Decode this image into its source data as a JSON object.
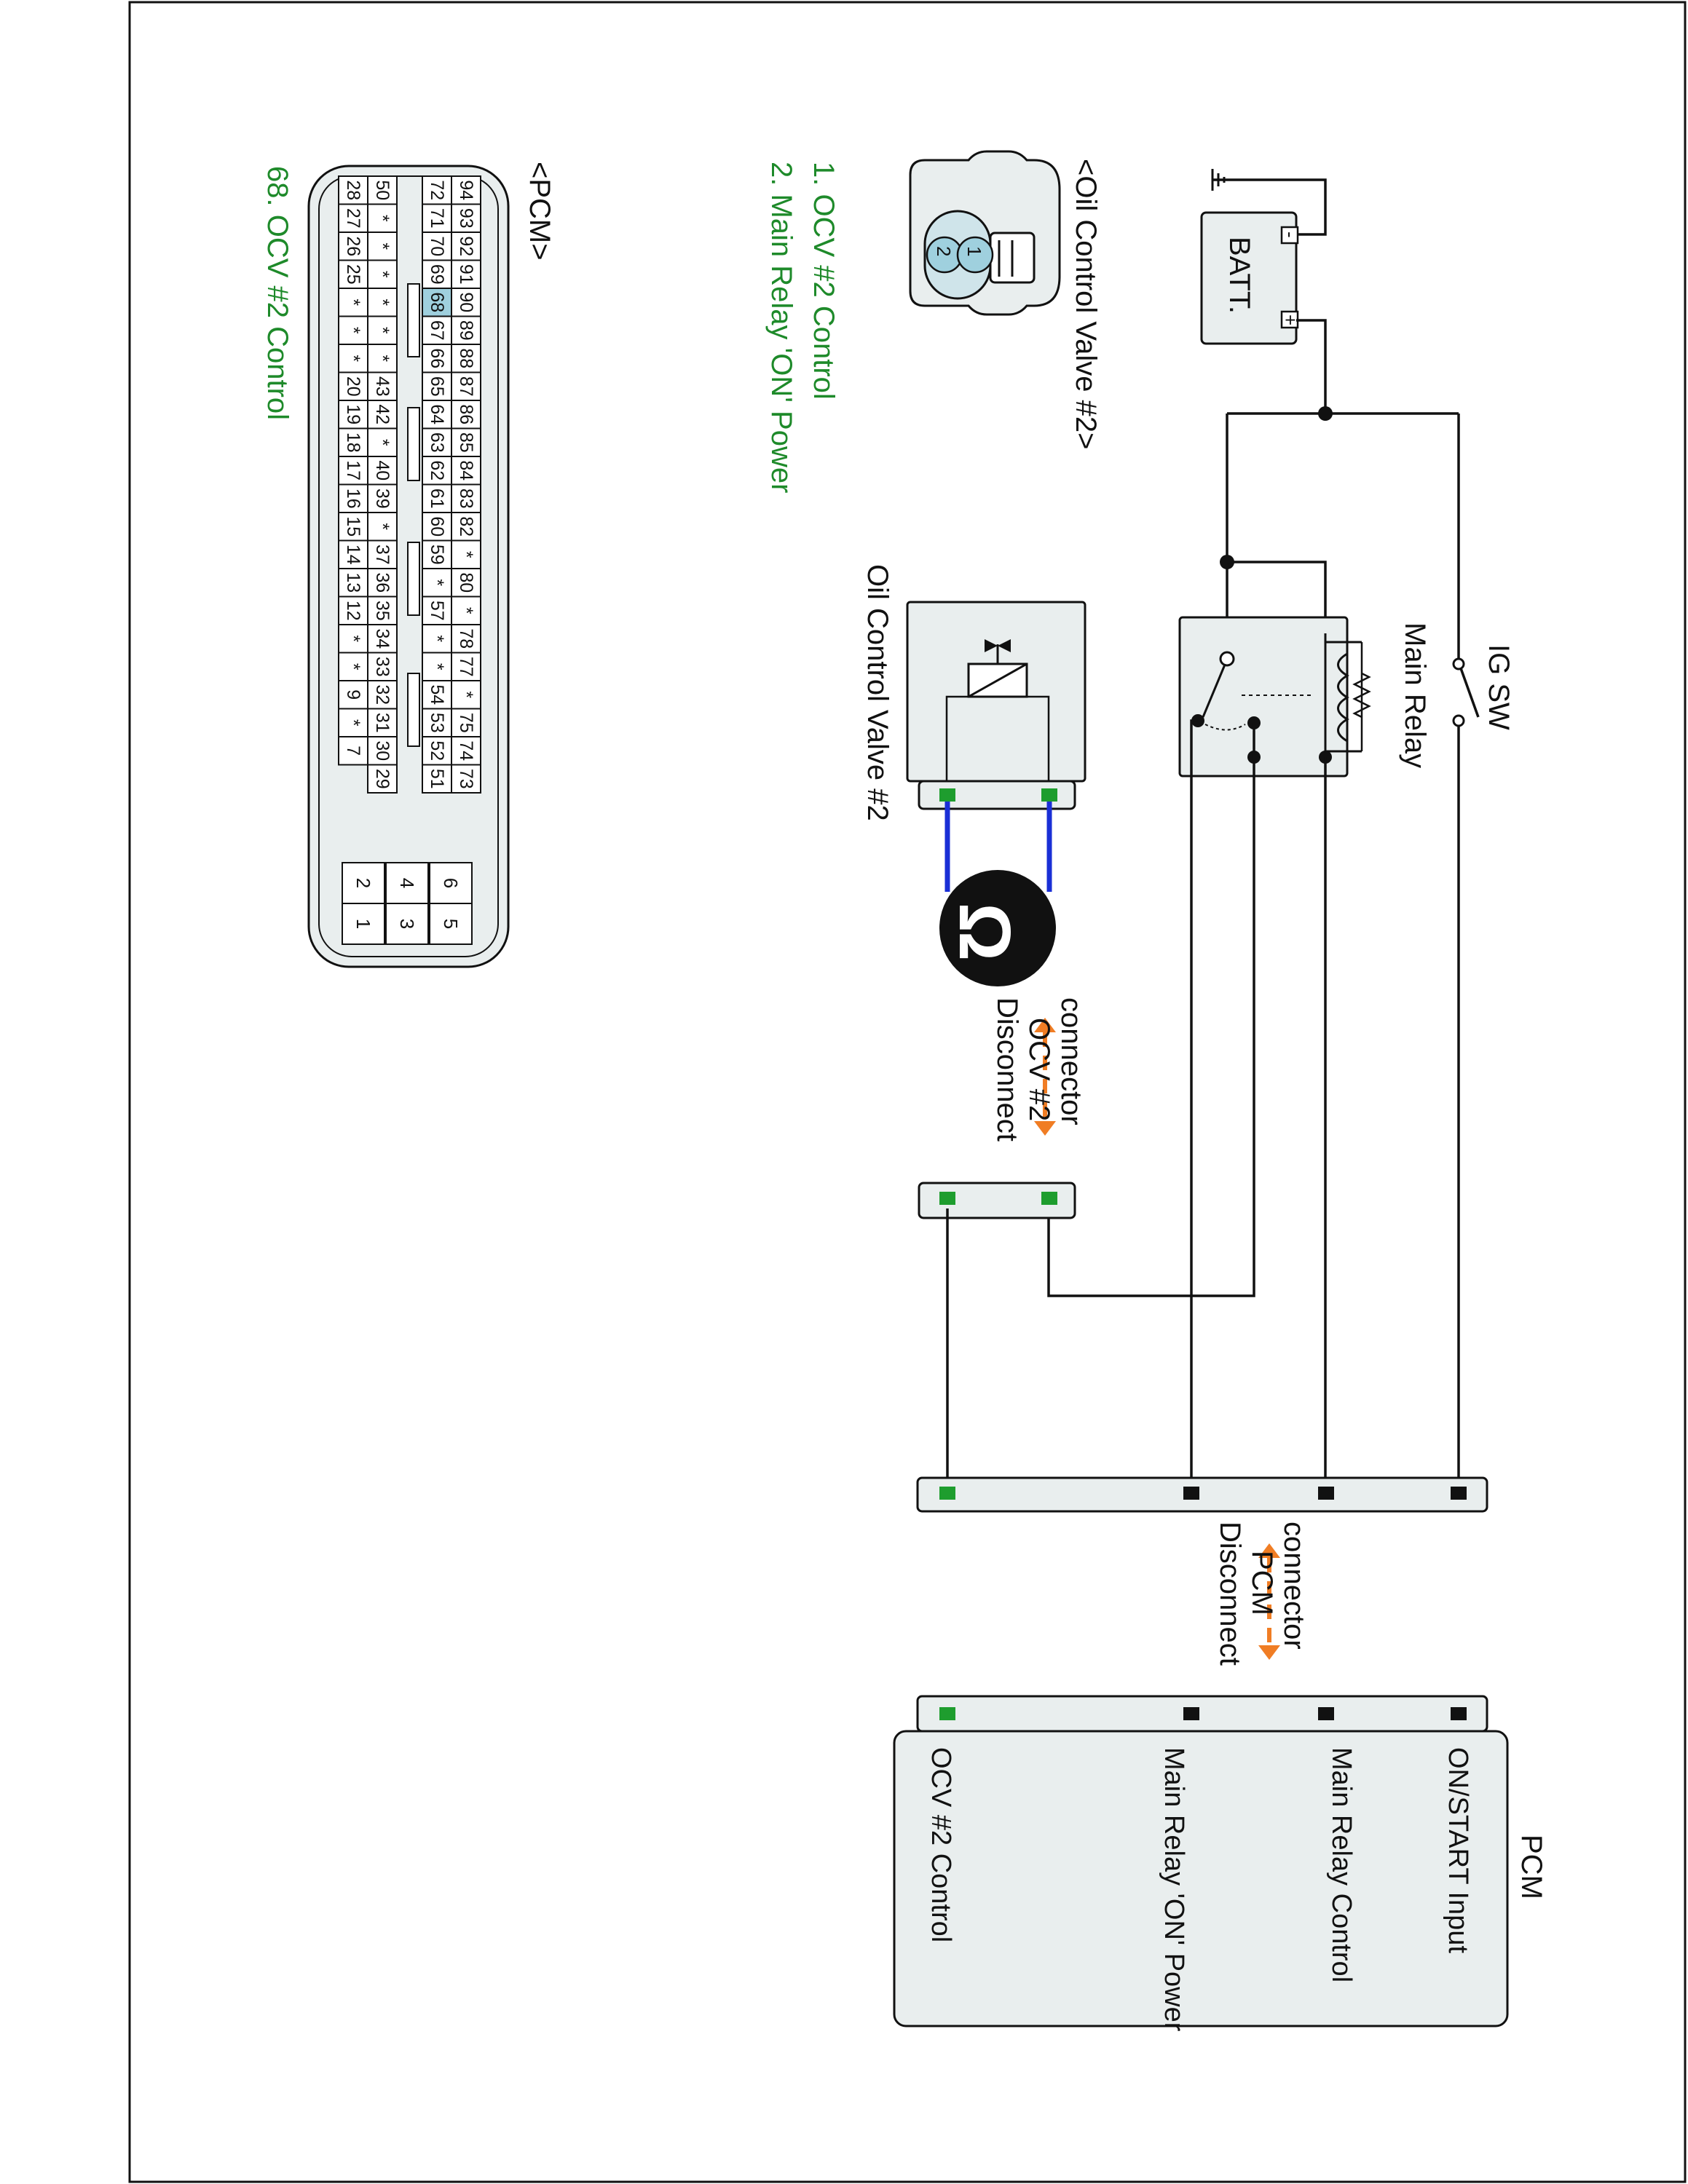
{
  "diagram": {
    "components": {
      "battery": "BATT.",
      "battery_plus": "+",
      "battery_minus": "-",
      "ig_switch": "IG SW",
      "main_relay": "Main Relay",
      "ocv": "Oil Control Valve #2",
      "pcm": "PCM",
      "ohmmeter_symbol": "Ω"
    },
    "instructions": {
      "disconnect_ocv": [
        "Disconnect",
        "OCV #2",
        "connector"
      ],
      "disconnect_pcm": [
        "Disconnect",
        "PCM",
        "connector"
      ]
    },
    "pcm_pins": [
      "ON/START Input",
      "Main Relay Control",
      "Main Relay 'ON' Power",
      "OCV #2 Control"
    ],
    "ocv_connector": {
      "title": "<Oil Control Valve #2>",
      "pin_numbers": [
        "2",
        "1"
      ],
      "pins": [
        "1. OCV #2 Control",
        "2. Main Relay 'ON' Power"
      ]
    },
    "pcm_connector": {
      "title": "<PCM>",
      "highlight_pin": "68",
      "pins": [
        "68. OCV #2 Control"
      ],
      "row1": [
        "94",
        "93",
        "92",
        "91",
        "90",
        "89",
        "88",
        "87",
        "86",
        "85",
        "84",
        "83",
        "82",
        "*",
        "80",
        "*",
        "78",
        "77",
        "*",
        "75",
        "74",
        "73"
      ],
      "row2": [
        "72",
        "71",
        "70",
        "69",
        "68",
        "67",
        "66",
        "65",
        "64",
        "63",
        "62",
        "61",
        "60",
        "59",
        "*",
        "57",
        "*",
        "*",
        "54",
        "53",
        "52",
        "51"
      ],
      "row3": [
        "50",
        "*",
        "*",
        "*",
        "*",
        "*",
        "*",
        "43",
        "42",
        "*",
        "40",
        "39",
        "*",
        "37",
        "36",
        "35",
        "34",
        "33",
        "32",
        "31",
        "30",
        "29"
      ],
      "row4": [
        "28",
        "27",
        "26",
        "25",
        "*",
        "*",
        "*",
        "20",
        "19",
        "18",
        "17",
        "16",
        "15",
        "14",
        "13",
        "12",
        "*",
        "*",
        "9",
        "*",
        "7",
        ""
      ],
      "small_block": [
        [
          "6",
          "5"
        ],
        [
          "4",
          "3"
        ],
        [
          "2",
          "1"
        ]
      ]
    },
    "colors": {
      "label_green": "#1e8a2a",
      "arrow_orange": "#f07d24",
      "probe_blue": "#1a2fd6",
      "terminal_green": "#1e9d2e",
      "terminal_black": "#111111",
      "panel_fill": "#e9eeee",
      "highlight_fill": "#9fd0de"
    }
  }
}
